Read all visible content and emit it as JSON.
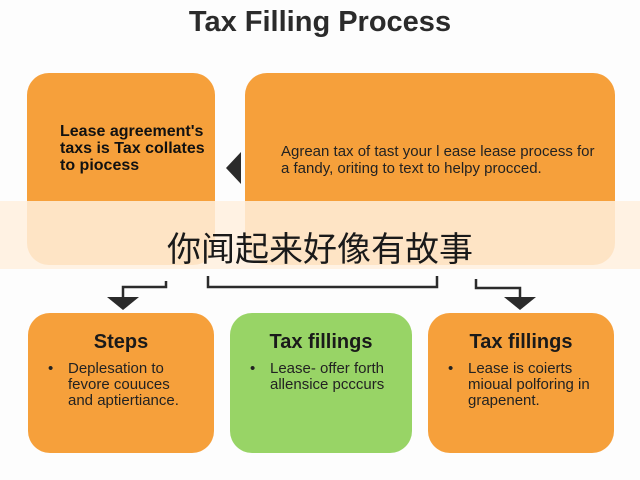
{
  "title": "Tax Filling Process",
  "top_left": {
    "text": "Lease agreement's taxs is Tax collates to piocess"
  },
  "top_right": {
    "text": "Agrean tax of tast your l ease lease process for a fandy, oriting to text to helpy procced."
  },
  "bottom_boxes": [
    {
      "heading": "Steps",
      "bullet": "Deplesation to fevore couuces and aptiertiance.",
      "color": "#f6a03b"
    },
    {
      "heading": "Tax fillings",
      "bullet": "Lease- offer forth allensice pcccurs",
      "color": "#98d466"
    },
    {
      "heading": "Tax fillings",
      "bullet": "Lease is coierts mioual polforing in grapenent.",
      "color": "#f6a03b"
    }
  ],
  "overlay_caption": "你闻起来好像有故事",
  "icons": [
    "arrow-left-icon",
    "arrow-down-icon"
  ],
  "colors": {
    "orange": "#f6a03b",
    "green": "#98d466",
    "overlay": "#fff0de"
  }
}
